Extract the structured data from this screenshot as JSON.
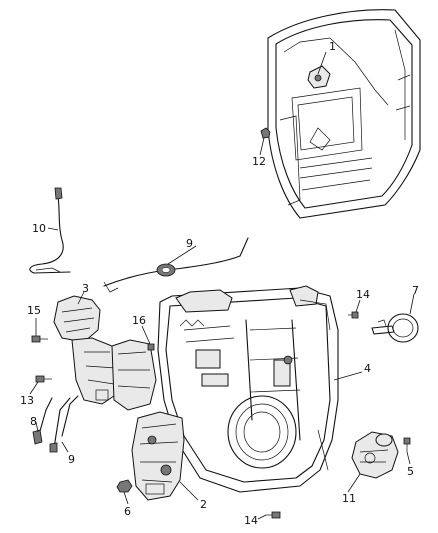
{
  "diagram": {
    "callouts": [
      {
        "id": "c1",
        "label": "1"
      },
      {
        "id": "c2",
        "label": "2"
      },
      {
        "id": "c3",
        "label": "3"
      },
      {
        "id": "c4",
        "label": "4"
      },
      {
        "id": "c5",
        "label": "5"
      },
      {
        "id": "c6",
        "label": "6"
      },
      {
        "id": "c7",
        "label": "7"
      },
      {
        "id": "c8",
        "label": "8"
      },
      {
        "id": "c9a",
        "label": "9"
      },
      {
        "id": "c9b",
        "label": "9"
      },
      {
        "id": "c10",
        "label": "10"
      },
      {
        "id": "c11",
        "label": "11"
      },
      {
        "id": "c12",
        "label": "12"
      },
      {
        "id": "c13",
        "label": "13"
      },
      {
        "id": "c14a",
        "label": "14"
      },
      {
        "id": "c14b",
        "label": "14"
      },
      {
        "id": "c15",
        "label": "15"
      },
      {
        "id": "c16",
        "label": "16"
      }
    ]
  }
}
